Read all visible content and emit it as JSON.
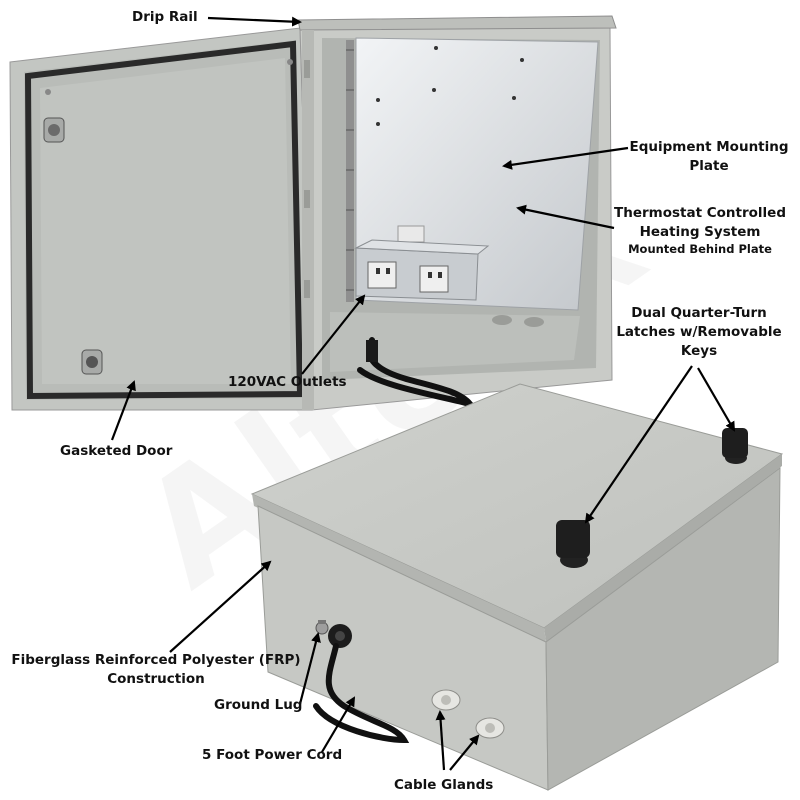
{
  "watermark": {
    "text": "Altelix"
  },
  "colors": {
    "enclosure_gray": "#c9cbc7",
    "door_inside": "#b9bcb8",
    "gasket": "#2a2a2a",
    "mounting_plate": "#d9dcdf",
    "outlet_box": "#c8ccd0",
    "cord": "#111111",
    "gland": "#e6e6e2",
    "latch": "#1e1e1e",
    "arrow": "#000000"
  },
  "callouts": {
    "drip_rail": "Drip Rail",
    "equipment_plate_line1": "Equipment Mounting",
    "equipment_plate_line2": "Plate",
    "thermostat_line1": "Thermostat Controlled",
    "thermostat_line2": "Heating System",
    "thermostat_sub": "Mounted Behind Plate",
    "latches_line1": "Dual Quarter-Turn",
    "latches_line2": "Latches w/Removable",
    "latches_line3": "Keys",
    "outlets": "120VAC Outlets",
    "gasketed_door": "Gasketed Door",
    "frp_line1": "Fiberglass Reinforced Polyester (FRP)",
    "frp_line2": "Construction",
    "ground_lug": "Ground Lug",
    "power_cord": "5 Foot Power Cord",
    "cable_glands": "Cable Glands"
  }
}
